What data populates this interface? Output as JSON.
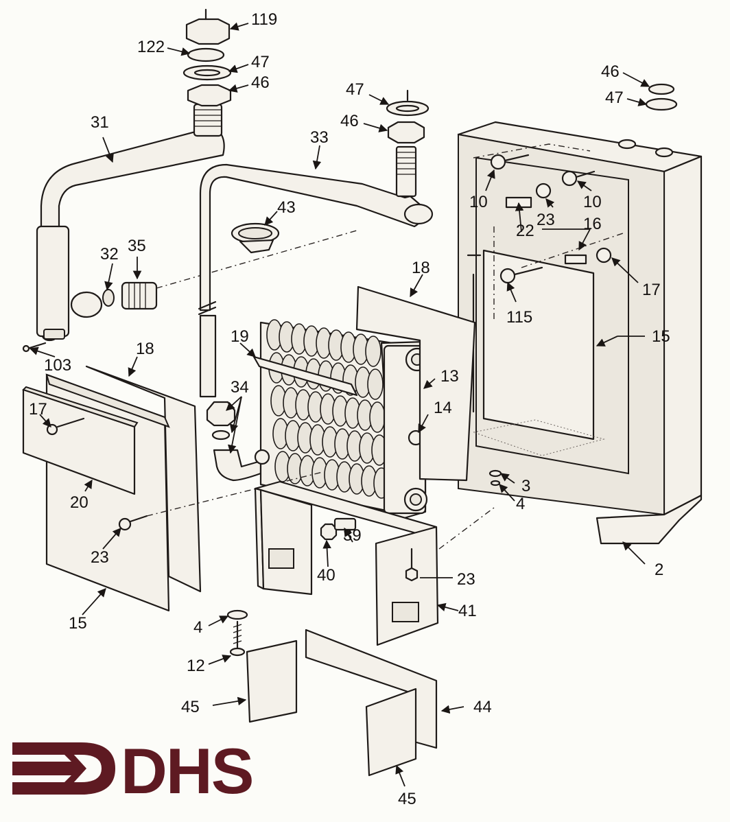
{
  "part_numbers": {
    "p119": "119",
    "p122": "122",
    "p47_left": "47",
    "p46_left": "46",
    "p31": "31",
    "p47_mid": "47",
    "p46_mid": "46",
    "p33": "33",
    "p46_right": "46",
    "p47_right": "47",
    "p10_left": "10",
    "p23_top": "23",
    "p10_right": "10",
    "p22": "22",
    "p16": "16",
    "p43": "43",
    "p32": "32",
    "p35": "35",
    "p17_right": "17",
    "p18_mid": "18",
    "p115": "115",
    "p15_right": "15",
    "p103": "103",
    "p18_left": "18",
    "p19": "19",
    "p13": "13",
    "p34": "34",
    "p14": "14",
    "p17_left": "17",
    "p20": "20",
    "p3": "3",
    "p4_right": "4",
    "p23_left": "23",
    "p39": "39",
    "p40": "40",
    "p23_mid": "23",
    "p2": "2",
    "p15_left": "15",
    "p41": "41",
    "p4_bottom": "4",
    "p12": "12",
    "p44": "44",
    "p45_left": "45",
    "p45_bottom": "45"
  },
  "logo": {
    "text": "DHS",
    "color": "#5e1a22"
  }
}
